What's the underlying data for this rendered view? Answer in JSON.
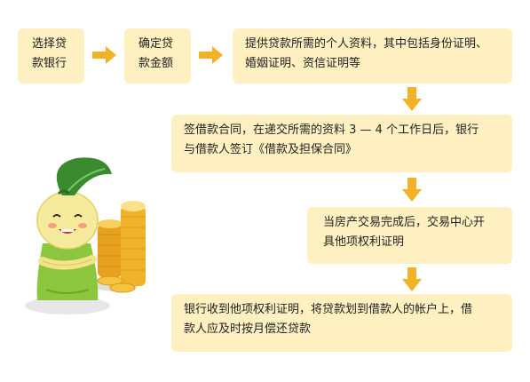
{
  "colors": {
    "box_fill": "#fef0c0",
    "arrow": "#f2b227",
    "leaf": "#3a8a2e",
    "coin": "#f5c242",
    "dress": "#8cc63f"
  },
  "steps": [
    {
      "lines": [
        "选择贷",
        "款银行"
      ]
    },
    {
      "lines": [
        "确定贷",
        "款金额"
      ]
    },
    {
      "lines": [
        "提供贷款所需的个人资料，其中包括身份证明、",
        "婚姻证明、资信证明等"
      ]
    },
    {
      "lines": [
        "签借款合同，在递交所需的资料 3 — 4 个工作日后，银行",
        "与借款人签订《借款及担保合同》"
      ]
    },
    {
      "lines": [
        "当房产交易完成后，交易中心开",
        "具他项权利证明"
      ]
    },
    {
      "lines": [
        "银行收到他项权利证明，将贷款划到借款人的帐户上，借",
        "款人应及时按月偿还贷款"
      ]
    }
  ],
  "icons": {
    "arrow": "arrow-icon",
    "mascot": "leaf-mascot-illustration",
    "coins": "coin-stack-icon"
  }
}
